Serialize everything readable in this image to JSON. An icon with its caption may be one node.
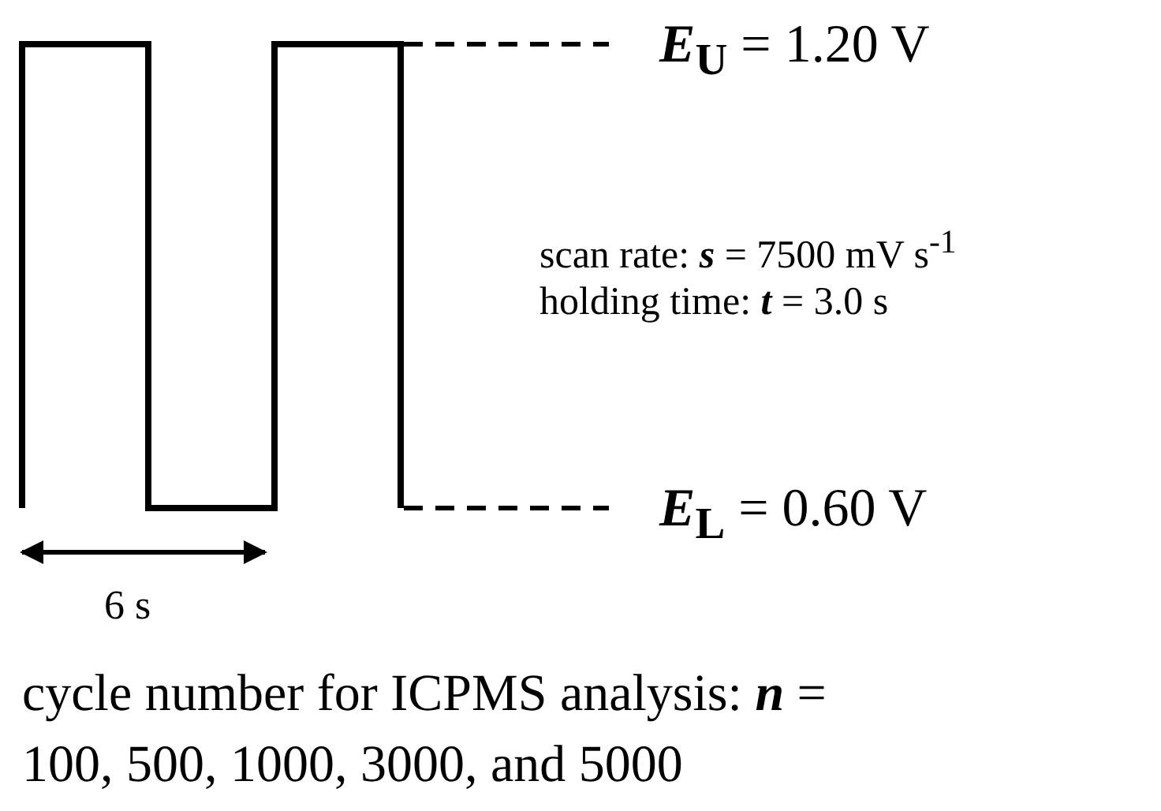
{
  "diagram": {
    "labels": [
      "**E**$_{U}$ = 1.20 V",
      "scan rate: **s** = 7500 mV s$^{-1}$",
      "holding time: **t** = 3.0 s",
      "**E**$_{L}$ = 0.60 V",
      "6 s",
      "cycle number for ICPMS analysis: **n** = 100, 500, 1000, 3000, and 5000"
    ]
  }
}
